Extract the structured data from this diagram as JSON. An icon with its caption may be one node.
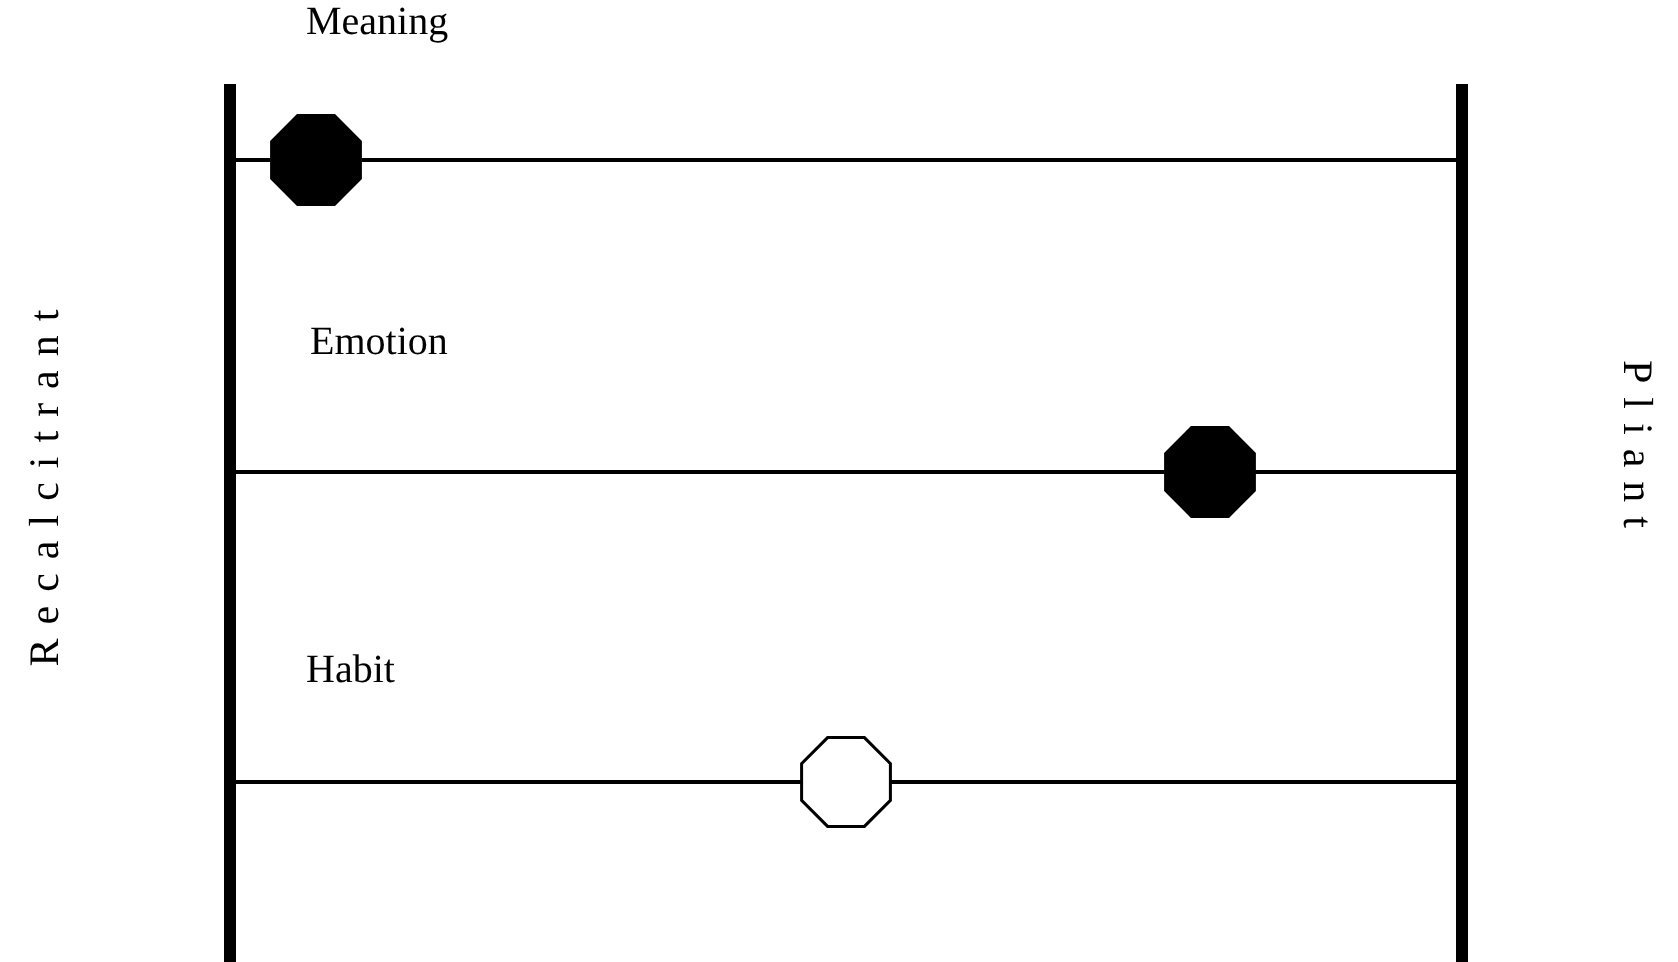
{
  "diagram": {
    "nodes": [
      {
        "text": [],
        "shape": "octagon"
      },
      {
        "text": [],
        "shape": "octagon"
      },
      {
        "text": [],
        "shape": "octagon"
      }
    ],
    "labels": [
      "Recalcitrant",
      "Meaning",
      "Emotion",
      "Habit",
      "Pliant"
    ]
  }
}
